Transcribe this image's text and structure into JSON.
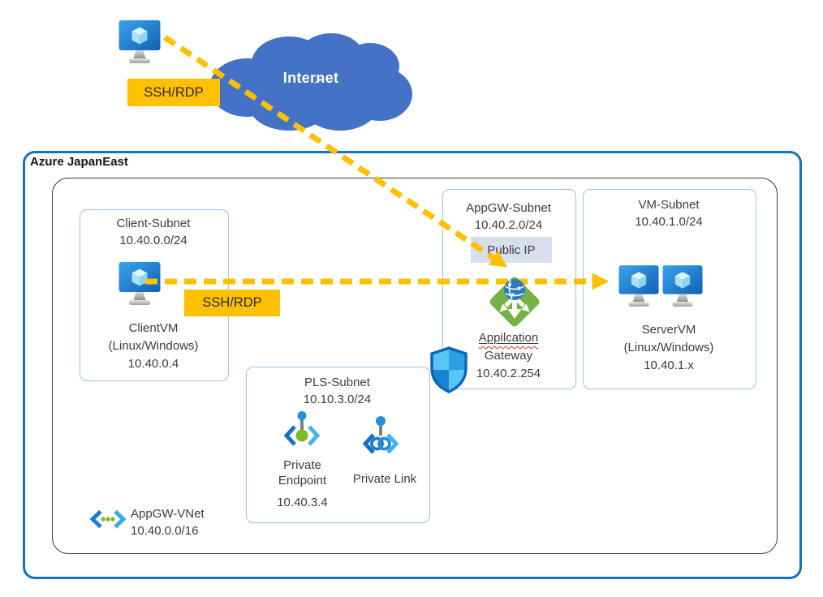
{
  "colors": {
    "arrow_yellow": "#FFC000",
    "cloud_blue": "#4472C4",
    "region_border_blue": "#1173C5",
    "subnet_border_blue": "#9DC3E6",
    "gateway_green": "#75B243",
    "public_ip_bg": "#D7DEEC",
    "spellcheck_red": "#E0311D",
    "text_color": "#3C3C3C"
  },
  "internet": {
    "label": "Internet"
  },
  "flows": {
    "top_label": "SSH/RDP",
    "inner_label": "SSH/RDP"
  },
  "region": {
    "title": "Azure JapanEast"
  },
  "client_subnet": {
    "title": "Client-Subnet",
    "cidr": "10.40.0.0/24",
    "vm_name": "ClientVM",
    "vm_os": "(Linux/Windows)",
    "vm_ip": "10.40.0.4"
  },
  "appgw_subnet": {
    "title": "AppGW-Subnet",
    "cidr": "10.40.2.0/24",
    "public_ip": "Public IP",
    "gateway_line1": "Appilcation",
    "gateway_line2": "Gateway",
    "gateway_ip": "10.40.2.254"
  },
  "vm_subnet": {
    "title": "VM-Subnet",
    "cidr": "10.40.1.0/24",
    "vm_name": "ServerVM",
    "vm_os": "(Linux/Windows)",
    "vm_ip": "10.40.1.x"
  },
  "pls_subnet": {
    "title": "PLS-Subnet",
    "cidr": "10.10.3.0/24",
    "pe_line1": "Private",
    "pe_line2": "Endpoint",
    "pe_ip": "10.40.3.4",
    "pl_label": "Private Link"
  },
  "vnet": {
    "name": "AppGW-VNet",
    "cidr": "10.40.0.0/16"
  },
  "icons": {
    "external_client": "vm-monitor-icon",
    "internet_cloud": "cloud-icon",
    "client_vm": "vm-monitor-icon",
    "application_gateway": "application-gateway-icon",
    "network_security_shield": "shield-icon",
    "server_vms": "vm-monitor-icon",
    "private_endpoint": "private-endpoint-icon",
    "private_link": "private-link-icon",
    "virtual_network": "vnet-icon"
  }
}
